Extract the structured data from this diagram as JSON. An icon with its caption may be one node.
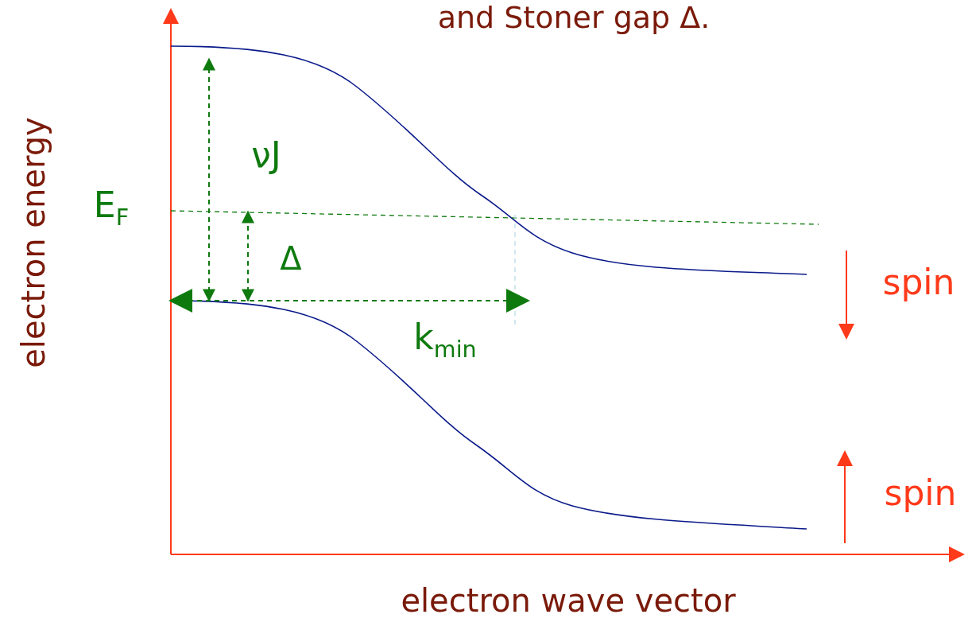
{
  "diagram": {
    "labels": [
      "and Stoner gap Δ.",
      "electron energy",
      "νJ",
      "E$_{F}$",
      "Δ",
      "k$_{min}$",
      "spin",
      "spin",
      "electron wave vector"
    ]
  }
}
